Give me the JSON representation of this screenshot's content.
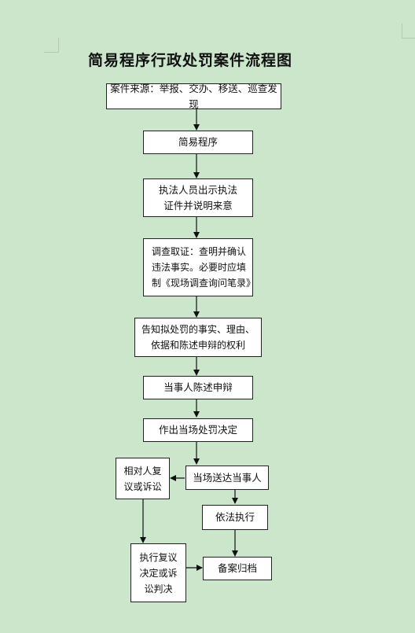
{
  "title": "简易程序行政处罚案件流程图",
  "nodes": {
    "source": "案件来源：举报、交办、移送、巡查发现",
    "simple": "简易程序",
    "show_id": [
      "执法人员出示执法",
      "证件并说明来意"
    ],
    "investigate": [
      "调查取证：查明并确认",
      "违法事实。必要时应填",
      "制《现场调查询问笔录》"
    ],
    "inform": [
      "告知拟处罚的事实、理由、",
      "依据和陈述申辩的权利"
    ],
    "defense": "当事人陈述申辩",
    "decision": "作出当场处罚决定",
    "deliver": "当场送达当事人",
    "appeal": [
      "相对人复",
      "议或诉讼"
    ],
    "execute": "依法执行",
    "review_exec": [
      "执行复议",
      "决定或诉",
      "讼判决"
    ],
    "archive": "备案归档"
  }
}
